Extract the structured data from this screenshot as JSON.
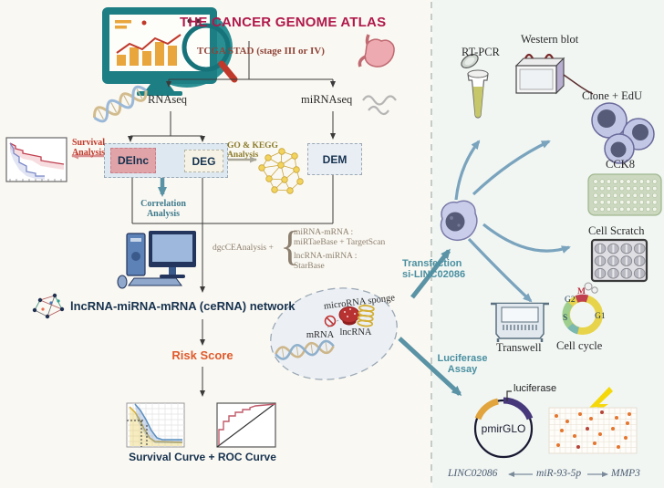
{
  "header": {
    "title": "THE CANCER GENOME ATLAS",
    "cohort": "TCGA STAD (stage III or IV)"
  },
  "pipeline": {
    "rnaseq": "RNAseq",
    "mirnaseq": "miRNAseq",
    "survival_analysis": [
      "Survival",
      "Analysis"
    ],
    "go_kegg": [
      "GO & KEGG",
      "Analysis"
    ],
    "delnc": "DElnc",
    "deg": "DEG",
    "dem": "DEM",
    "correlation": [
      "Correlation",
      "Analysis"
    ],
    "formula": {
      "prefix": "dgcCEAnalysis +",
      "lines": [
        "miRNA-mRNA :",
        "miRTaeBase + TargetScan",
        "lncRNA-miRNA :",
        "StarBase"
      ]
    },
    "cerna_network": "lncRNA-miRNA-mRNA (ceRNA) network",
    "risk_score": "Risk Score",
    "curves_caption": "Survival Curve +  ROC Curve"
  },
  "sponge": {
    "title": "microRNA sponge",
    "mrna": "mRNA",
    "lncrna": "lncRNA"
  },
  "validation": {
    "transfection": [
      "Transfection",
      "si-LINC02086"
    ],
    "luciferase_assay": [
      "Luciferase",
      "Assay"
    ],
    "rt_pcr": "RT-PCR",
    "western_blot": "Western blot",
    "clone_edu": "Clone + EdU",
    "cck8": "CCK8",
    "cell_scratch": "Cell Scratch",
    "transwell": "Transwell",
    "cell_cycle": "Cell cycle",
    "phases": {
      "m": "M",
      "g2": "G2",
      "s": "S",
      "g1": "G1"
    },
    "plasmid": "pmirGLO",
    "luciferase": "luciferase",
    "axis": {
      "left": "LINC02086",
      "mid": "miR-93-5p",
      "right": "MMP3"
    }
  },
  "colors": {
    "title_crimson": "#b0194c",
    "maroon": "#8f4438",
    "red_label": "#c0392b",
    "olive": "#8a7a2a",
    "teal": "#4a8fa0",
    "navy": "#16324f",
    "orange": "#e05a2b",
    "steel_arrow": "#7aa3bd",
    "gene_slate": "#4a5a70"
  }
}
